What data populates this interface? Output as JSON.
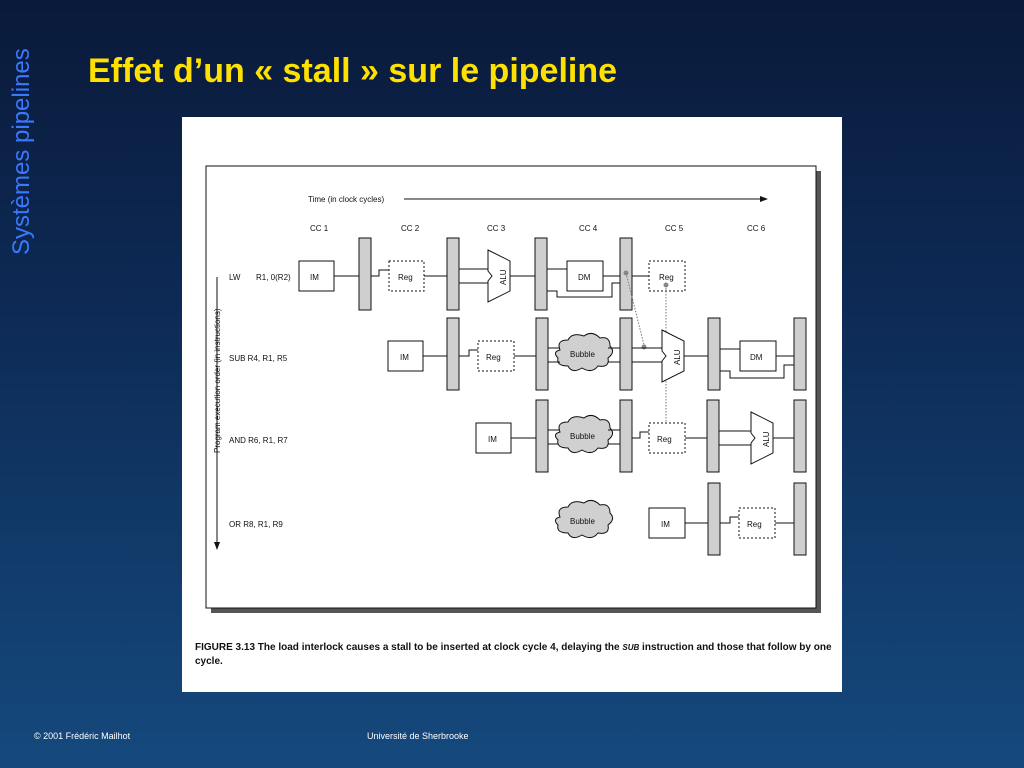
{
  "slide": {
    "side_title": "Systèmes pipelines",
    "title": "Effet d’un « stall » sur le pipeline"
  },
  "figure": {
    "time_label": "Time (in clock cycles)",
    "y_axis_label": "Program execution order (in instructions)",
    "clock_cycles": [
      "CC 1",
      "CC 2",
      "CC 3",
      "CC 4",
      "CC 5",
      "CC 6"
    ],
    "instructions": [
      {
        "op": "LW",
        "operands": "R1, 0(R2)"
      },
      {
        "op": "SUB R4, R1, R5",
        "operands": ""
      },
      {
        "op": "AND R6, R1, R7",
        "operands": ""
      },
      {
        "op": "OR R8, R1, R9",
        "operands": ""
      }
    ],
    "stage_labels": {
      "im": "IM",
      "reg": "Reg",
      "alu": "ALU",
      "dm": "DM",
      "bubble": "Bubble"
    },
    "caption": {
      "prefix": "FIGURE 3.13  The load interlock causes a stall to be inserted at clock cycle 4, delaying the ",
      "sub_word": "SUB",
      "suffix": " instruction and those that follow by one cycle."
    }
  },
  "footer": {
    "copyright": "© 2001 Frédéric Mailhot",
    "institution": "Université de Sherbrooke"
  },
  "colors": {
    "title": "#ffe100",
    "side_title": "#3a78ff",
    "latch_fill": "#cfcfcf",
    "bubble_fill": "#d0d0d0"
  }
}
